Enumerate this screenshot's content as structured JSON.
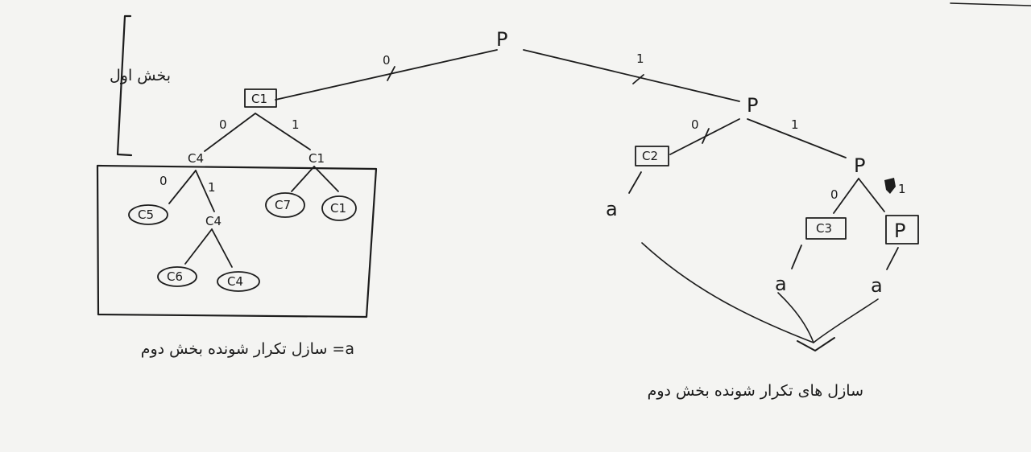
{
  "nodes": {
    "p_root": "P",
    "c1_box": "C1",
    "c4_a": "C4",
    "c1_b": "C1",
    "c5": "C5",
    "c4_b": "C4",
    "c6": "C6",
    "c4_c": "C4",
    "c7": "C7",
    "c1_c": "C1",
    "p_mid": "P",
    "c2_box": "C2",
    "a_left": "a",
    "p_right": "P",
    "c3_box": "C3",
    "p_box": "P",
    "a_c3": "a",
    "a_p": "a"
  },
  "edge_labels": {
    "root_left": "0",
    "root_right": "1",
    "c1_left": "0",
    "c1_right": "1",
    "c4_left": "0",
    "c4_right": "1",
    "pmid_left": "0",
    "pmid_right": "1",
    "pright_left": "0",
    "pright_right": "1"
  },
  "annotations": {
    "first_section": "بخش اول",
    "definition": "a= ساز‌ل تکرار شونده بخش دوم",
    "repeated_label": "ساز‌ل های تکرار شونده بخش دوم"
  }
}
